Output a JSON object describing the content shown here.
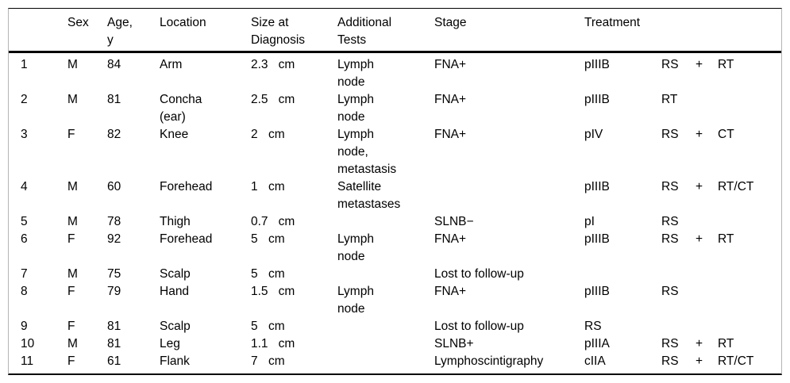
{
  "table": {
    "columns": [
      {
        "key": "num",
        "label": ""
      },
      {
        "key": "sex",
        "label": "Sex"
      },
      {
        "key": "age",
        "label": "Age,\ny"
      },
      {
        "key": "location",
        "label": "Location"
      },
      {
        "key": "size",
        "label": "Size at\nDiagnosis"
      },
      {
        "key": "tests",
        "label": "Additional\nTests"
      },
      {
        "key": "stage",
        "label": "Stage"
      },
      {
        "key": "treatment",
        "label": "Treatment"
      }
    ],
    "rows": [
      {
        "num": "1",
        "sex": "M",
        "age": "84",
        "location": "Arm",
        "size_value": "2.3",
        "size_unit": "cm",
        "tests": "Lymph\nnode",
        "stage": "FNA+",
        "t1": "pIIIB",
        "t2": "RS",
        "t3": "+",
        "t4": "RT"
      },
      {
        "num": "2",
        "sex": "M",
        "age": "81",
        "location": "Concha\n(ear)",
        "size_value": "2.5",
        "size_unit": "cm",
        "tests": "Lymph\nnode",
        "stage": "FNA+",
        "t1": "pIIIB",
        "t2": "RT",
        "t3": "",
        "t4": ""
      },
      {
        "num": "3",
        "sex": "F",
        "age": "82",
        "location": "Knee",
        "size_value": "2",
        "size_unit": "cm",
        "tests": "Lymph\nnode,\nmetastasis",
        "stage": "FNA+",
        "t1": "pIV",
        "t2": "RS",
        "t3": "+",
        "t4": "CT"
      },
      {
        "num": "4",
        "sex": "M",
        "age": "60",
        "location": "Forehead",
        "size_value": "1",
        "size_unit": "cm",
        "tests": "Satellite\nmetastases",
        "stage": "",
        "t1": "pIIIB",
        "t2": "RS",
        "t3": "+",
        "t4": "RT/CT"
      },
      {
        "num": "5",
        "sex": "M",
        "age": "78",
        "location": "Thigh",
        "size_value": "0.7",
        "size_unit": "cm",
        "tests": "",
        "stage": "SLNB−",
        "t1": "pI",
        "t2": "RS",
        "t3": "",
        "t4": ""
      },
      {
        "num": "6",
        "sex": "F",
        "age": "92",
        "location": "Forehead",
        "size_value": "5",
        "size_unit": "cm",
        "tests": "Lymph\nnode",
        "stage": "FNA+",
        "t1": "pIIIB",
        "t2": "RS",
        "t3": "+",
        "t4": "RT"
      },
      {
        "num": "7",
        "sex": "M",
        "age": "75",
        "location": "Scalp",
        "size_value": "5",
        "size_unit": "cm",
        "tests": "",
        "stage": "Lost to follow-up",
        "t1": "",
        "t2": "",
        "t3": "",
        "t4": ""
      },
      {
        "num": "8",
        "sex": "F",
        "age": "79",
        "location": "Hand",
        "size_value": "1.5",
        "size_unit": "cm",
        "tests": "Lymph\nnode",
        "stage": "FNA+",
        "t1": "pIIIB",
        "t2": "RS",
        "t3": "",
        "t4": ""
      },
      {
        "num": "9",
        "sex": "F",
        "age": "81",
        "location": "Scalp",
        "size_value": "5",
        "size_unit": "cm",
        "tests": "",
        "stage": "Lost to follow-up",
        "t1": "RS",
        "t2": "",
        "t3": "",
        "t4": ""
      },
      {
        "num": "10",
        "sex": "M",
        "age": "81",
        "location": "Leg",
        "size_value": "1.1",
        "size_unit": "cm",
        "tests": "",
        "stage": "SLNB+",
        "t1": "pIIIA",
        "t2": "RS",
        "t3": "+",
        "t4": "RT"
      },
      {
        "num": "11",
        "sex": "F",
        "age": "61",
        "location": "Flank",
        "size_value": "7",
        "size_unit": "cm",
        "tests": "",
        "stage": "Lymphoscintigraphy",
        "t1": "cIIA",
        "t2": "RS",
        "t3": "+",
        "t4": "RT/CT"
      }
    ]
  },
  "colors": {
    "text": "#000000",
    "background": "#ffffff",
    "horizontal_rule": "#000000",
    "frame_side_border": "#b4b4b4"
  }
}
